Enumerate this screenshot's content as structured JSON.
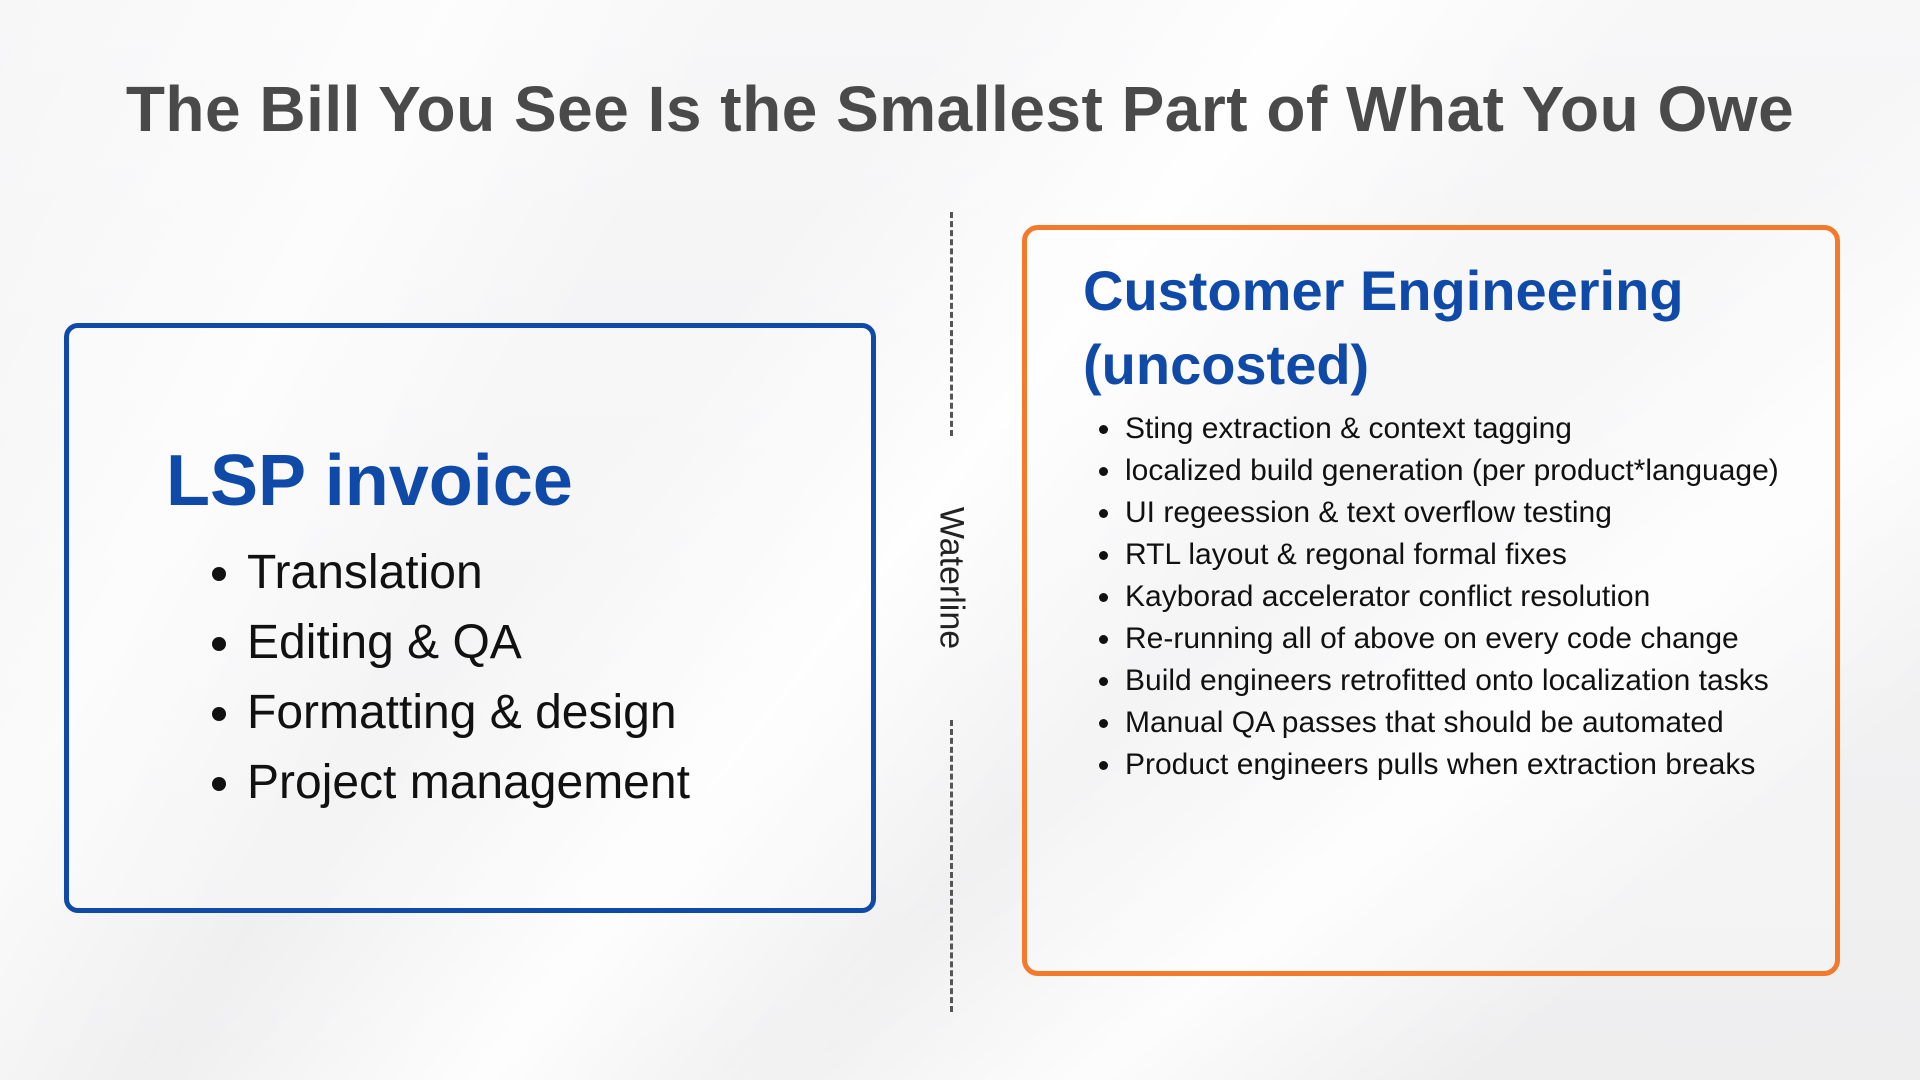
{
  "page": {
    "title": "The Bill You See Is the Smallest Part of What You Owe"
  },
  "lsp": {
    "title": "LSP invoice",
    "items": [
      "Translation",
      "Editing & QA",
      "Formatting & design",
      "Project management"
    ]
  },
  "divider": {
    "label": "Waterline"
  },
  "customer_engineering": {
    "title": "Customer Engineering (uncosted)",
    "items": [
      "Sting extraction & context tagging",
      "localized build generation (per product*language)",
      "UI regeession & text overflow testing",
      "RTL layout & regonal formal fixes",
      "Kayborad accelerator conflict resolution",
      "Re-running all of above on every code change",
      "Build engineers retrofitted onto localization tasks",
      "Manual QA passes that should be automated",
      "Product engineers pulls when extraction breaks"
    ]
  },
  "colors": {
    "lsp_border": "#0f4aa8",
    "ce_border": "#f37a2a",
    "heading_blue": "#0f4aa8",
    "title_gray": "#4a4a4a"
  }
}
